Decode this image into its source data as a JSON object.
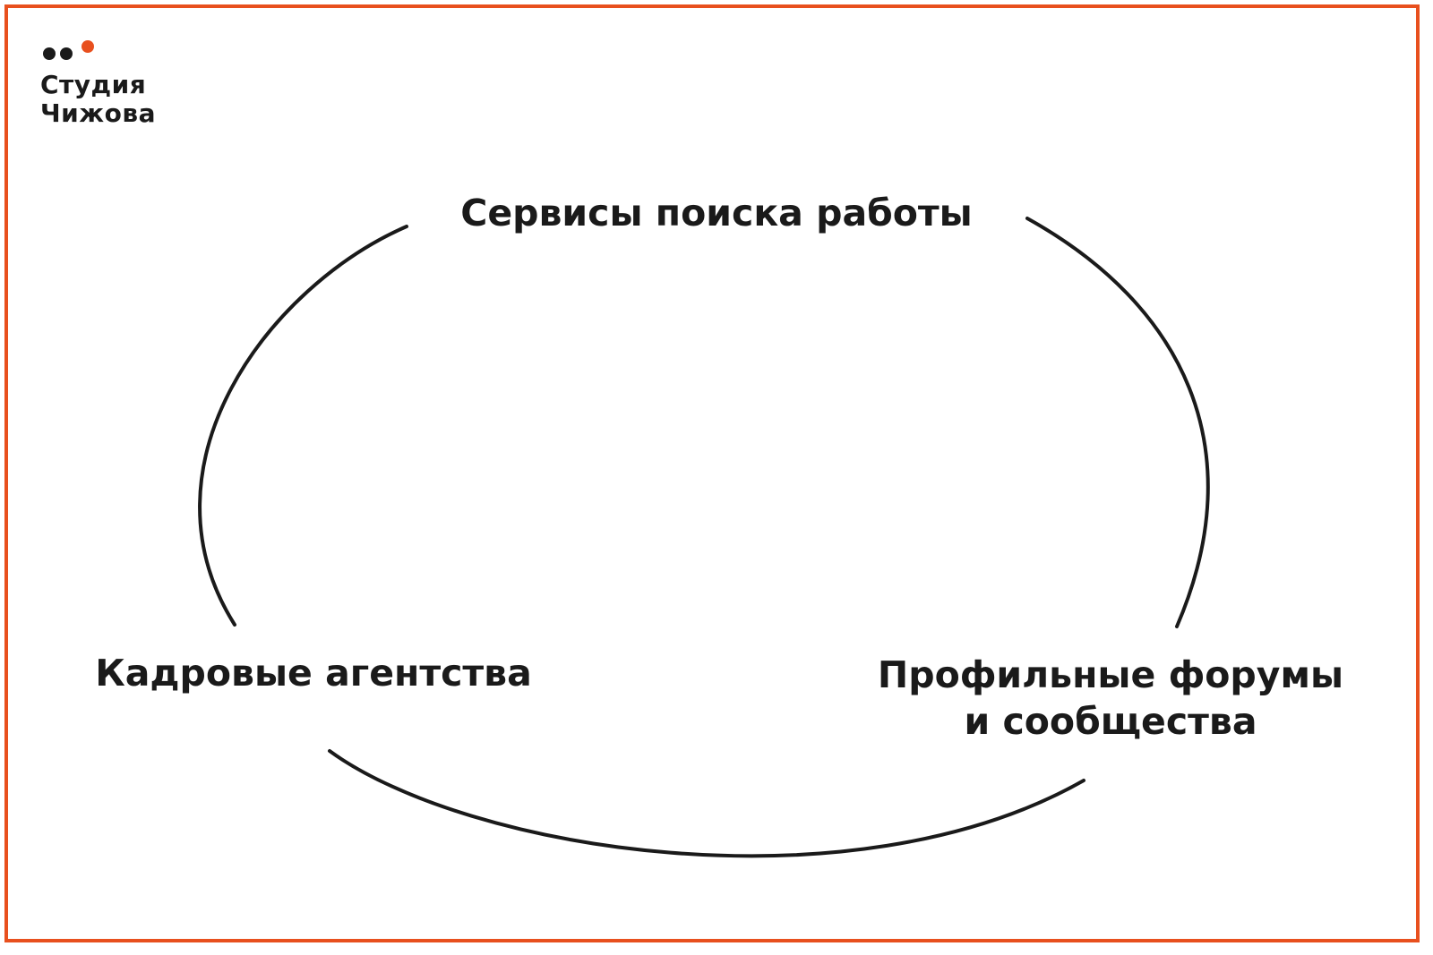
{
  "colors": {
    "accent": "#e8501e",
    "ink": "#1a1a1a",
    "background": "#ffffff"
  },
  "logo": {
    "dots": [
      "#1a1a1a",
      "#1a1a1a",
      "#e8501e"
    ],
    "line1": "Студия",
    "line2": "Чижова"
  },
  "nodes": {
    "top": {
      "label": "Сервисы поиска работы"
    },
    "left": {
      "label": "Кадровые агентства"
    },
    "right": {
      "line1": "Профильные форумы",
      "line2": "и сообщества"
    }
  }
}
